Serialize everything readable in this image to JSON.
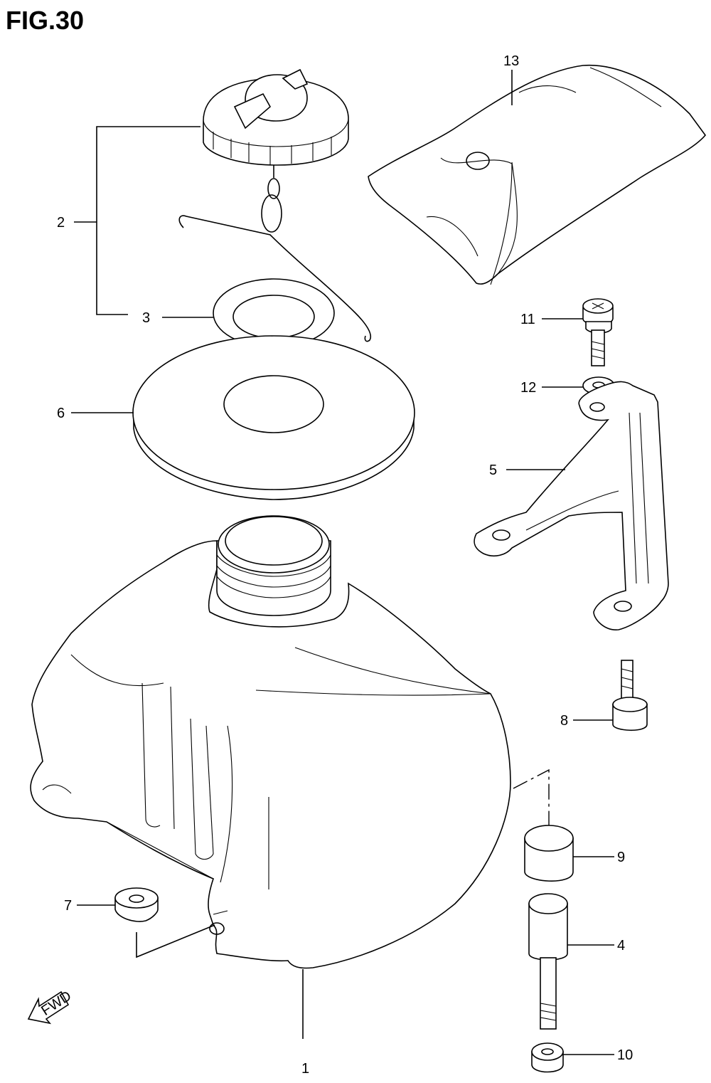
{
  "figure": {
    "title": "FIG.30"
  },
  "callouts": [
    {
      "id": "1",
      "label": "1"
    },
    {
      "id": "2",
      "label": "2"
    },
    {
      "id": "3",
      "label": "3"
    },
    {
      "id": "4",
      "label": "4"
    },
    {
      "id": "5",
      "label": "5"
    },
    {
      "id": "6",
      "label": "6"
    },
    {
      "id": "7",
      "label": "7"
    },
    {
      "id": "8",
      "label": "8"
    },
    {
      "id": "9",
      "label": "9"
    },
    {
      "id": "10",
      "label": "10"
    },
    {
      "id": "11",
      "label": "11"
    },
    {
      "id": "12",
      "label": "12"
    },
    {
      "id": "13",
      "label": "13"
    }
  ],
  "direction_indicator": {
    "label": "FWD"
  }
}
